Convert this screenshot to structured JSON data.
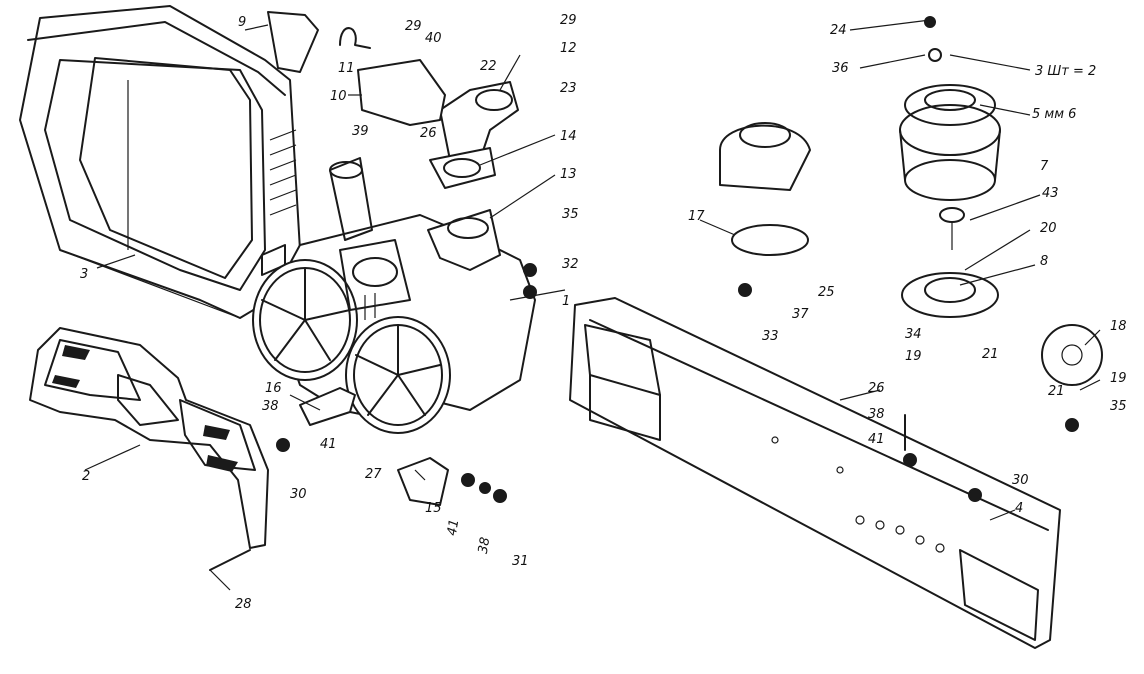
{
  "labels": {
    "c1": "1",
    "c2": "2",
    "c3": "3",
    "c4": "4",
    "c7": "7",
    "c8": "8",
    "c9": "9",
    "c10": "10",
    "c11": "11",
    "c12": "12",
    "c13": "13",
    "c14": "14",
    "c15": "15",
    "c16": "16",
    "c17": "17",
    "c18": "18",
    "c19a": "19",
    "c19b": "19",
    "c20": "20",
    "c21a": "21",
    "c21b": "21",
    "c22": "22",
    "c23": "23",
    "c24": "24",
    "c25": "25",
    "c26a": "26",
    "c26b": "26",
    "c27": "27",
    "c28": "28",
    "c29a": "29",
    "c29b": "29",
    "c30a": "30",
    "c30b": "30",
    "c31": "31",
    "c32": "32",
    "c33": "33",
    "c34": "34",
    "c35a": "35",
    "c35b": "35",
    "c36": "36",
    "c37": "37",
    "c38a": "38",
    "c38b": "38",
    "c38c": "38",
    "c39": "39",
    "c40": "40",
    "c41a": "41",
    "c41b": "41",
    "c41c": "41",
    "c43": "43",
    "note1": "3 Шт = 2",
    "note2": "5 мм 6"
  }
}
